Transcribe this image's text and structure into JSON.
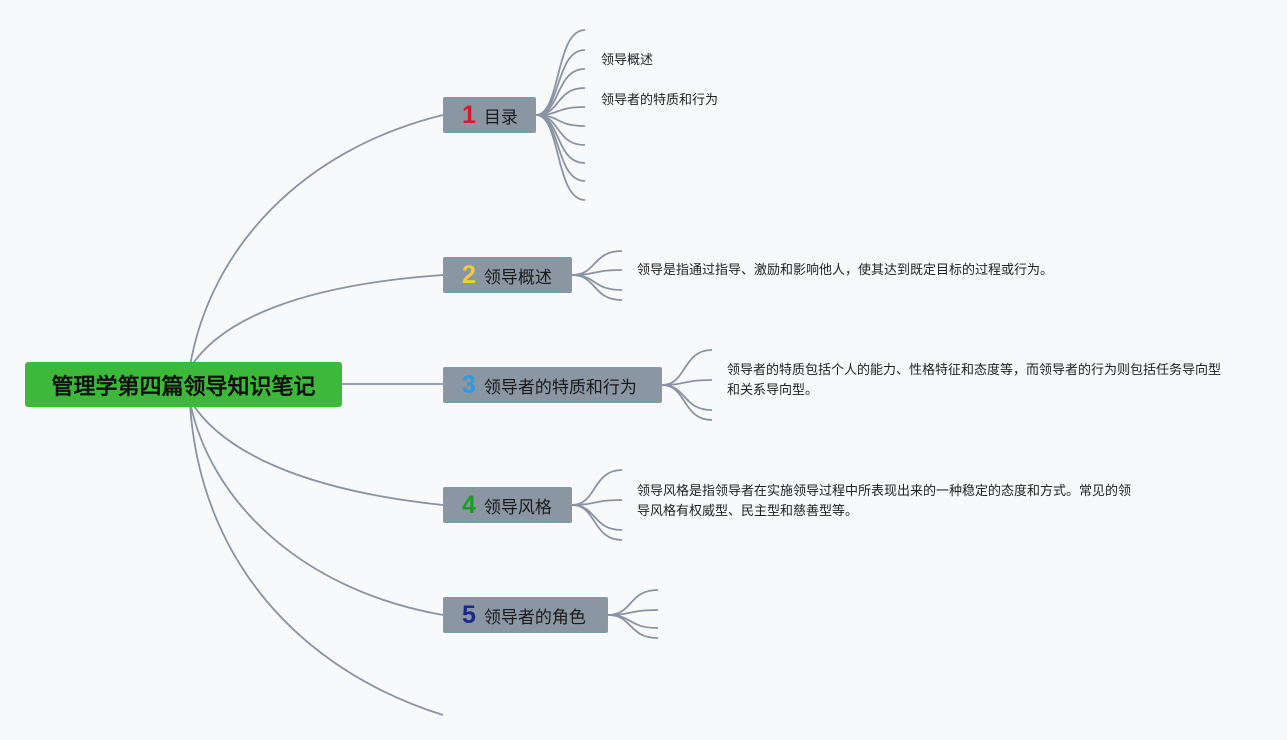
{
  "root": {
    "title": "管理学第四篇领导知识笔记",
    "color": "#3db83a"
  },
  "topics": [
    {
      "number": "1",
      "label": "目录",
      "number_color": "#d7192f"
    },
    {
      "number": "2",
      "label": "领导概述",
      "number_color": "#f0cc3a"
    },
    {
      "number": "3",
      "label": "领导者的特质和行为",
      "number_color": "#2c9be0"
    },
    {
      "number": "4",
      "label": "领导风格",
      "number_color": "#1f9a2a"
    },
    {
      "number": "5",
      "label": "领导者的角色",
      "number_color": "#1b2a8a"
    }
  ],
  "toc_items": [
    "领导概述",
    "领导者的特质和行为"
  ],
  "notes": {
    "overview": "领导是指通过指导、激励和影响他人，使其达到既定目标的过程或行为。",
    "traits": "领导者的特质包括个人的能力、性格特征和态度等，而领导者的行为则包括任务导向型和关系导向型。",
    "style": "领导风格是指领导者在实施领导过程中所表现出来的一种稳定的态度和方式。常见的领导风格有权威型、民主型和慈善型等。"
  }
}
